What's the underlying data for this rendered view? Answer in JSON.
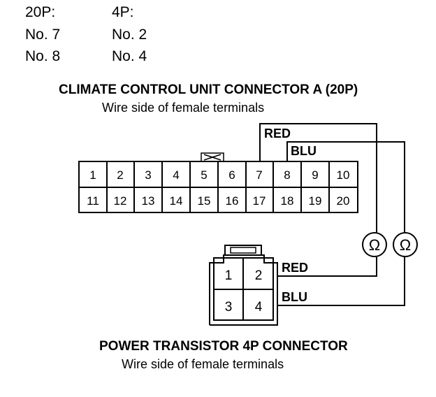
{
  "pin_table": {
    "col_20p_header": "20P:",
    "col_4p_header": "4P:",
    "rows": [
      {
        "p20": "No. 7",
        "p4": "No. 2"
      },
      {
        "p20": "No. 8",
        "p4": "No. 4"
      }
    ]
  },
  "connector_a": {
    "title": "CLIMATE CONTROL UNIT CONNECTOR A (20P)",
    "subtitle": "Wire side of female terminals",
    "terminals_top": [
      "1",
      "2",
      "3",
      "4",
      "5",
      "6",
      "7",
      "8",
      "9",
      "10"
    ],
    "terminals_bottom": [
      "11",
      "12",
      "13",
      "14",
      "15",
      "16",
      "17",
      "18",
      "19",
      "20"
    ]
  },
  "connector_b": {
    "title": "POWER TRANSISTOR 4P CONNECTOR",
    "subtitle": "Wire side of female terminals",
    "terminals": [
      "1",
      "2",
      "3",
      "4"
    ]
  },
  "wires": {
    "red_label": "RED",
    "blu_label": "BLU"
  },
  "meters": {
    "symbol": "Ω"
  }
}
